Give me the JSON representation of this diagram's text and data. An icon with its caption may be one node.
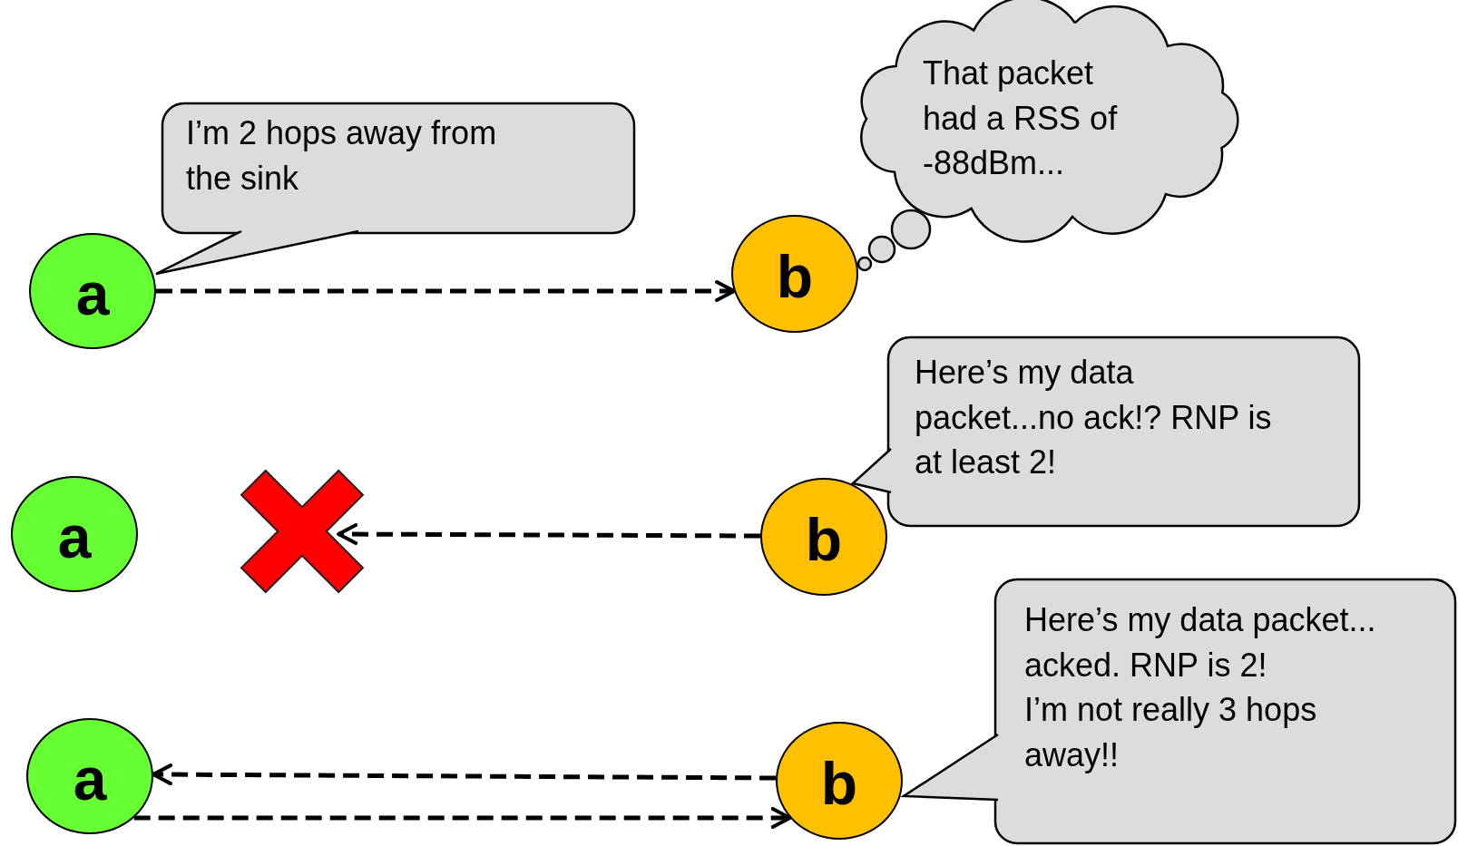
{
  "diagram": {
    "nodes": [
      {
        "text": [
          "a"
        ]
      },
      {
        "text": [
          "I’m 2 hops away from the sink"
        ]
      },
      {
        "text": [
          "b"
        ]
      },
      {
        "text": [
          "That packet had a RSS of -88dBm..."
        ]
      },
      {
        "text": [
          "a"
        ]
      },
      {
        "text": [],
        "shape": "cross"
      },
      {
        "text": [
          "b"
        ]
      },
      {
        "text": [
          "Here’s my data packet...no ack!? RNP is at least 2!"
        ]
      },
      {
        "text": [
          "a"
        ]
      },
      {
        "text": [
          "b"
        ]
      },
      {
        "text": [
          "Here’s my data packet... acked. RNP is 2!",
          "I’m not really 3 hops away!!"
        ]
      }
    ],
    "edges": [
      {
        "from": 0,
        "to": 2,
        "arrow": "to",
        "style": "dashed"
      },
      {
        "from": 6,
        "to": 5,
        "arrow": "to",
        "style": "dashed"
      },
      {
        "from": 9,
        "to": 8,
        "arrow": "to",
        "style": "dashed"
      },
      {
        "from": 8,
        "to": 9,
        "arrow": "to",
        "style": "dashed"
      }
    ]
  }
}
